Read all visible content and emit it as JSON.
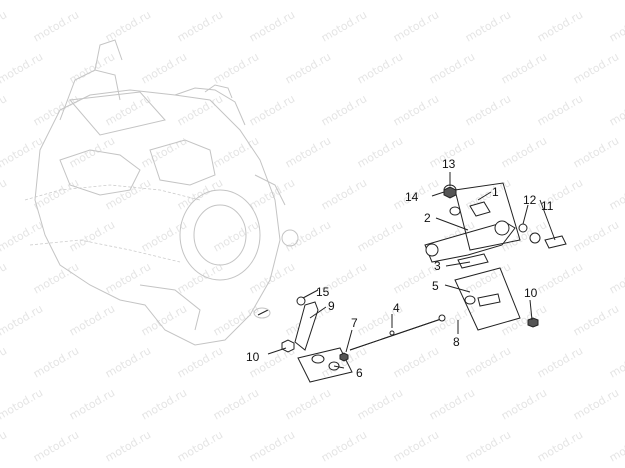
{
  "watermark": {
    "text": "motod.ru"
  },
  "callouts": [
    {
      "id": "c1",
      "label": "1"
    },
    {
      "id": "c2",
      "label": "2"
    },
    {
      "id": "c3",
      "label": "3"
    },
    {
      "id": "c4",
      "label": "4"
    },
    {
      "id": "c5",
      "label": "5"
    },
    {
      "id": "c6",
      "label": "6"
    },
    {
      "id": "c7",
      "label": "7"
    },
    {
      "id": "c8",
      "label": "8"
    },
    {
      "id": "c9",
      "label": "9"
    },
    {
      "id": "c10a",
      "label": "10"
    },
    {
      "id": "c10b",
      "label": "10"
    },
    {
      "id": "c11",
      "label": "11"
    },
    {
      "id": "c12",
      "label": "12"
    },
    {
      "id": "c13",
      "label": "13"
    },
    {
      "id": "c14",
      "label": "14"
    },
    {
      "id": "c15",
      "label": "15"
    }
  ]
}
